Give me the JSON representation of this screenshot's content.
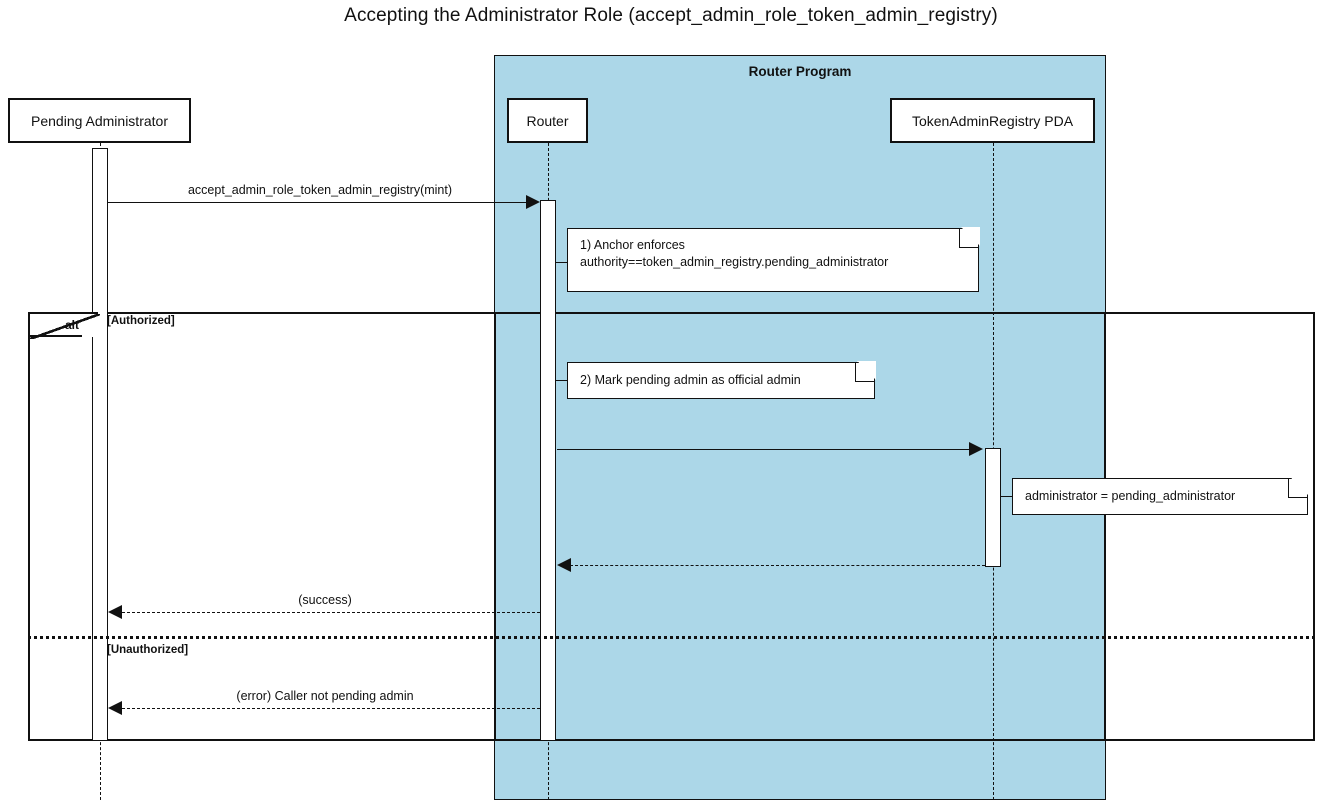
{
  "diagram": {
    "title": "Accepting the Administrator Role (accept_admin_role_token_admin_registry)",
    "type": "uml-sequence-diagram",
    "colors": {
      "program_box_fill": "#ACD7E8",
      "stroke": "#111111",
      "participant_fill": "#FFFFFF",
      "note_fill": "#FFFFFF"
    }
  },
  "program_group": {
    "label": "Router Program",
    "contains": [
      "Router",
      "TokenAdminRegistry PDA"
    ]
  },
  "participants": [
    {
      "id": "admin",
      "label": "Pending Administrator"
    },
    {
      "id": "router",
      "label": "Router"
    },
    {
      "id": "pda",
      "label": "TokenAdminRegistry PDA"
    }
  ],
  "messages": [
    {
      "id": "m1",
      "from": "admin",
      "to": "router",
      "label": "accept_admin_role_token_admin_registry(mint)",
      "style": "solid",
      "direction": "right"
    },
    {
      "id": "m2",
      "from": "router",
      "to": "pda",
      "label": "",
      "style": "solid",
      "direction": "right"
    },
    {
      "id": "m3",
      "from": "pda",
      "to": "router",
      "label": "",
      "style": "dashed",
      "direction": "left"
    },
    {
      "id": "m4",
      "from": "router",
      "to": "admin",
      "label": "(success)",
      "style": "dashed",
      "direction": "left"
    },
    {
      "id": "m5",
      "from": "router",
      "to": "admin",
      "label": "(error) Caller not pending admin",
      "style": "dashed",
      "direction": "left"
    }
  ],
  "fragment": {
    "operator": "alt",
    "guards": [
      {
        "id": "authorized",
        "label": "[Authorized]"
      },
      {
        "id": "unauthorized",
        "label": "[Unauthorized]"
      }
    ]
  },
  "notes": [
    {
      "id": "note1",
      "attached_to": "router",
      "line1": "1) Anchor enforces",
      "line2": "authority==token_admin_registry.pending_administrator"
    },
    {
      "id": "note2",
      "attached_to": "router",
      "line1": "2) Mark pending admin as official admin",
      "line2": ""
    },
    {
      "id": "note3",
      "attached_to": "pda",
      "line1": "administrator = pending_administrator",
      "line2": ""
    }
  ]
}
